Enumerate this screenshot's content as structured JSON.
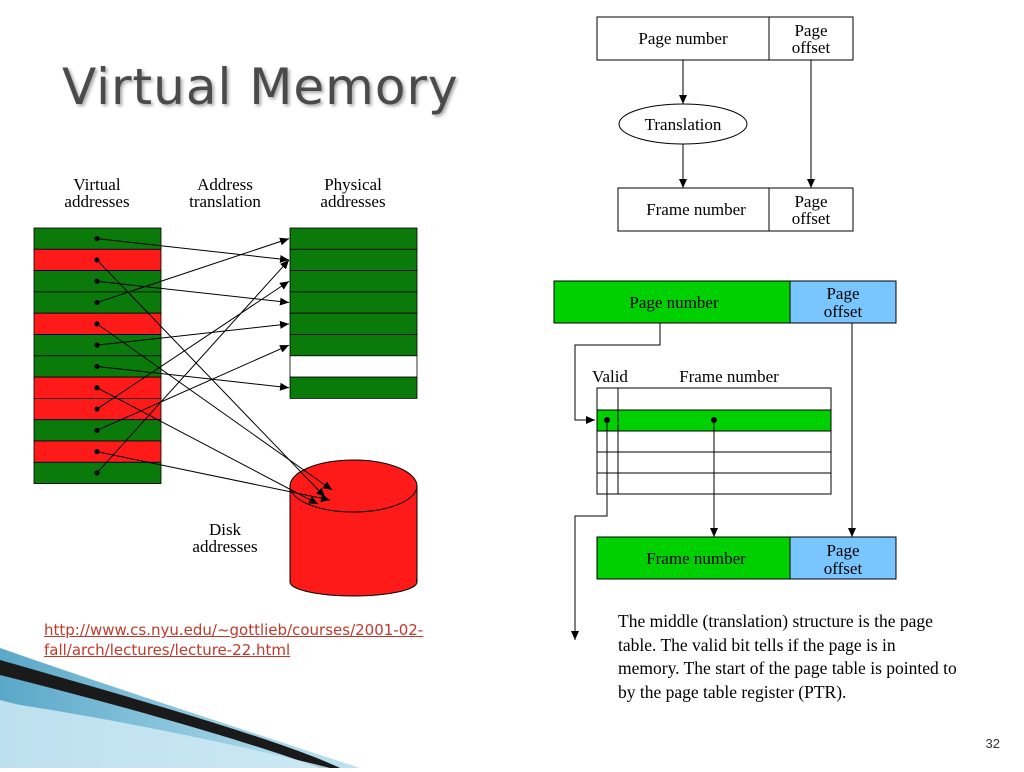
{
  "title": "Virtual Memory",
  "slide_number": "32",
  "link_text": "http://www.cs.nyu.edu/~gottlieb/courses/2001-02-fall/arch/lectures/lecture-22.html",
  "colors": {
    "green": "#0a7a0a",
    "red": "#ff1a1a",
    "bright_green": "#00d000",
    "light_blue": "#79c6ff"
  },
  "left_diagram": {
    "virtual_label": [
      "Virtual",
      "addresses"
    ],
    "translation_label": [
      "Address",
      "translation"
    ],
    "physical_label": [
      "Physical",
      "addresses"
    ],
    "disk_label": [
      "Disk",
      "addresses"
    ],
    "virtual_pages": [
      "green",
      "red",
      "green",
      "green",
      "red",
      "green",
      "green",
      "red",
      "red",
      "green",
      "red",
      "green"
    ],
    "physical_pages": [
      "green",
      "green",
      "green",
      "green",
      "green",
      "green",
      "white",
      "green"
    ]
  },
  "top_diagram": {
    "page_number": "Page number",
    "page_offset": [
      "Page",
      "offset"
    ],
    "translation": "Translation",
    "frame_number": "Frame number",
    "frame_offset": [
      "Page",
      "offset"
    ]
  },
  "bottom_diagram": {
    "page_number": "Page number",
    "page_offset": [
      "Page",
      "offset"
    ],
    "valid_label": "Valid",
    "frame_number_label": "Frame number",
    "frame_number": "Frame number",
    "frame_offset": [
      "Page",
      "offset"
    ]
  },
  "caption": "The middle (translation) structure is the page table.  The valid bit tells if the page is in memory.  The start of the page table is pointed to by the page table register (PTR)."
}
